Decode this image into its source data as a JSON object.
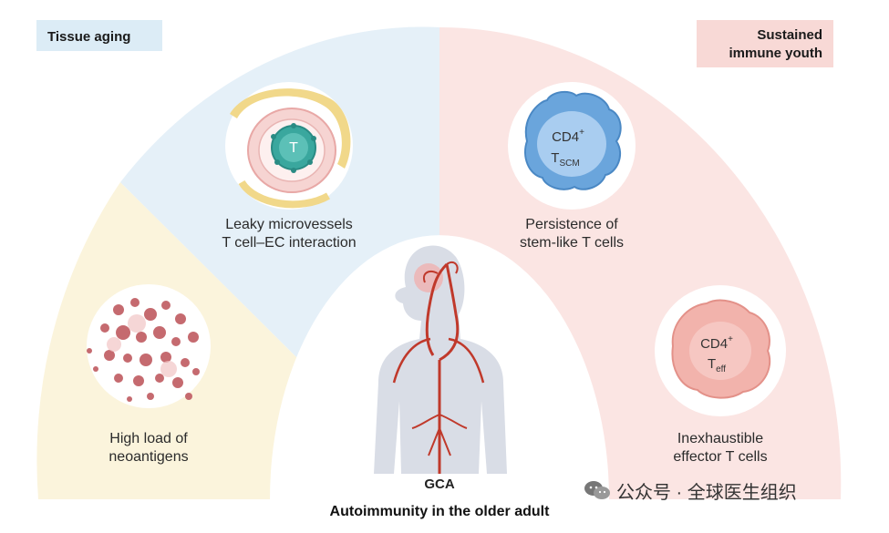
{
  "labels": {
    "tissue_aging": "Tissue aging",
    "sustained_line1": "Sustained",
    "sustained_line2": "immune youth",
    "leaky_line1": "Leaky microvessels",
    "leaky_line2": "T cell–EC interaction",
    "neo_line1": "High load of",
    "neo_line2": "neoantigens",
    "stem_line1": "Persistence of",
    "stem_line2": "stem-like T cells",
    "eff_line1": "Inexhaustible",
    "eff_line2": "effector T cells",
    "gca": "GCA",
    "bottom_title": "Autoimmunity in the older adult"
  },
  "cells": {
    "t_cell": "T",
    "cd4": "CD4",
    "plus": "+",
    "tscm_base": "T",
    "tscm_sub": "SCM",
    "teff_base": "T",
    "teff_sub": "eff"
  },
  "watermark": "公众号 · 全球医生组织",
  "colors": {
    "yellow_region": "#fbf4dc",
    "blue_region": "#e5f0f8",
    "pink_region": "#fbe5e3",
    "vessel": "#c0392b",
    "tcell_teal": "#3aa79e",
    "tscm_blue": "#6aa5dc",
    "teff_pink": "#f2b3ac"
  }
}
